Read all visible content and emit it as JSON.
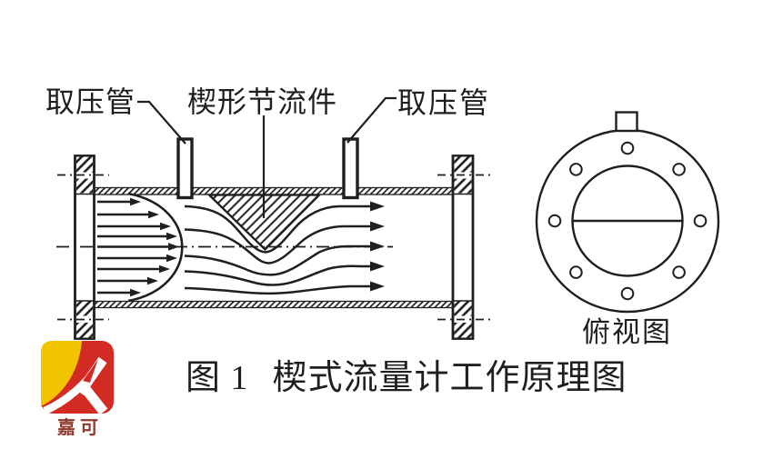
{
  "diagram": {
    "labels": {
      "pressure_tap_left": "取压管",
      "wedge_element": "楔形节流件",
      "pressure_tap_right": "取压管",
      "top_view": "俯视图"
    },
    "caption": {
      "figure_no": "图 1",
      "title": "楔式流量计工作原理图"
    },
    "colors": {
      "line": "#1f1f1f",
      "logo_red": "#d32b24",
      "logo_yellow": "#f2c400",
      "logo_text": "#8e3a2d"
    }
  },
  "logo": {
    "brand": "嘉可",
    "icon": "jiake-k-logo-icon"
  }
}
